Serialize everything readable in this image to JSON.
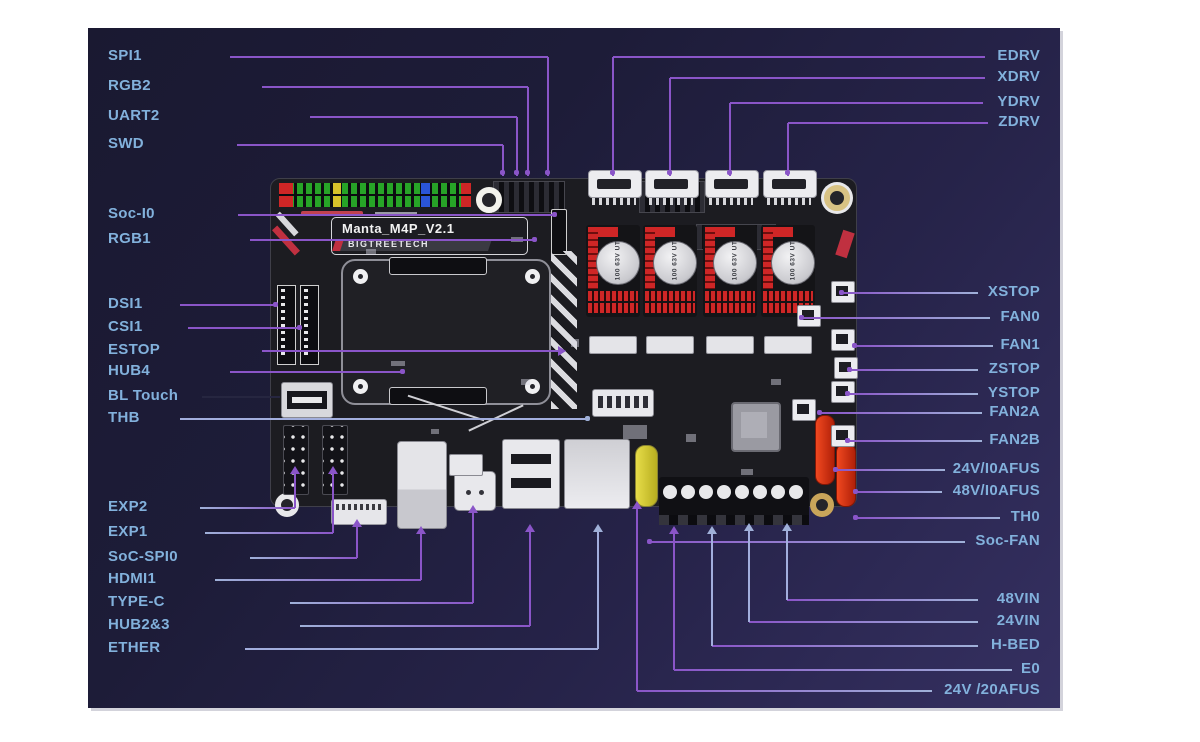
{
  "diagram": {
    "board_title": "Manta_M4P_V2.1",
    "brand": "BIGTREETECH",
    "capacitor_label": "100 63V UT"
  },
  "colors": {
    "panel_gradient_start": "#1a1931",
    "panel_gradient_end": "#353061",
    "label_text": "#82b1dc",
    "leader_purple": "#8a55c8",
    "leader_periwinkle": "#9fb0d8",
    "board_black": "#1c1c21",
    "driver_red": "#cf2626",
    "fuse_red": "#e03818",
    "fuse_yellow": "#d8ce3a",
    "terminal_gold": "#c9a55a"
  },
  "labels": {
    "left": [
      {
        "id": "spi1",
        "text": "SPI1"
      },
      {
        "id": "rgb2",
        "text": "RGB2"
      },
      {
        "id": "uart2",
        "text": "UART2"
      },
      {
        "id": "swd",
        "text": "SWD"
      },
      {
        "id": "soc-i0",
        "text": "Soc-I0"
      },
      {
        "id": "rgb1",
        "text": "RGB1"
      },
      {
        "id": "dsi1",
        "text": "DSI1"
      },
      {
        "id": "csi1",
        "text": "CSI1"
      },
      {
        "id": "estop",
        "text": "ESTOP"
      },
      {
        "id": "hub4",
        "text": "HUB4"
      },
      {
        "id": "bltouch",
        "text": "BL Touch"
      },
      {
        "id": "thb",
        "text": "THB"
      },
      {
        "id": "exp2",
        "text": "EXP2"
      },
      {
        "id": "exp1",
        "text": "EXP1"
      },
      {
        "id": "soc-spi0",
        "text": "SoC-SPI0"
      },
      {
        "id": "hdmi1",
        "text": "HDMI1"
      },
      {
        "id": "type-c",
        "text": "TYPE-C"
      },
      {
        "id": "hub23",
        "text": "HUB2&3"
      },
      {
        "id": "ether",
        "text": "ETHER"
      }
    ],
    "right": [
      {
        "id": "edrv",
        "text": "EDRV"
      },
      {
        "id": "xdrv",
        "text": "XDRV"
      },
      {
        "id": "ydrv",
        "text": "YDRV"
      },
      {
        "id": "zdrv",
        "text": "ZDRV"
      },
      {
        "id": "xstop",
        "text": "XSTOP"
      },
      {
        "id": "fan0",
        "text": "FAN0"
      },
      {
        "id": "fan1",
        "text": "FAN1"
      },
      {
        "id": "zstop",
        "text": "ZSTOP"
      },
      {
        "id": "ystop",
        "text": "YSTOP"
      },
      {
        "id": "fan2a",
        "text": "FAN2A"
      },
      {
        "id": "fan2b",
        "text": "FAN2B"
      },
      {
        "id": "fus24",
        "text": "24V/I0AFUS"
      },
      {
        "id": "fus48",
        "text": "48V/I0AFUS"
      },
      {
        "id": "th0",
        "text": "TH0"
      },
      {
        "id": "soc-fan",
        "text": "Soc-FAN"
      },
      {
        "id": "vin48",
        "text": "48VIN"
      },
      {
        "id": "vin24",
        "text": "24VIN"
      },
      {
        "id": "hbed",
        "text": "H-BED"
      },
      {
        "id": "e0",
        "text": "E0"
      },
      {
        "id": "fus20",
        "text": "24V /20AFUS"
      }
    ]
  }
}
